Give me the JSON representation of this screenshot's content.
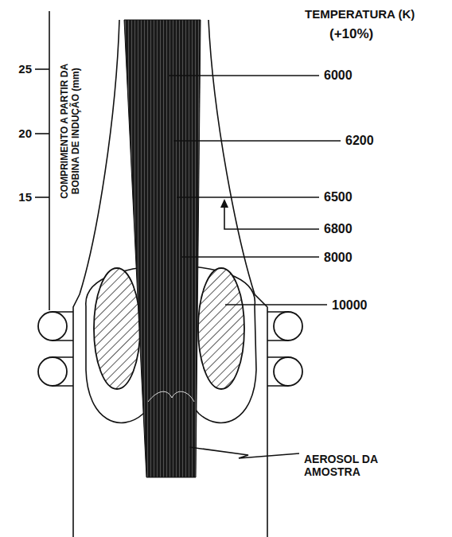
{
  "diagram": {
    "labels": [
      "TEMPERATURA (K)",
      "(+10%)",
      "COMPRIMENTO A PARTIR DA BOBINA DE INDUÇÃO (mm)",
      "25",
      "20",
      "15",
      "6000",
      "6200",
      "6500",
      "6800",
      "8000",
      "10000",
      "AEROSOL DA AMOSTRA"
    ]
  }
}
